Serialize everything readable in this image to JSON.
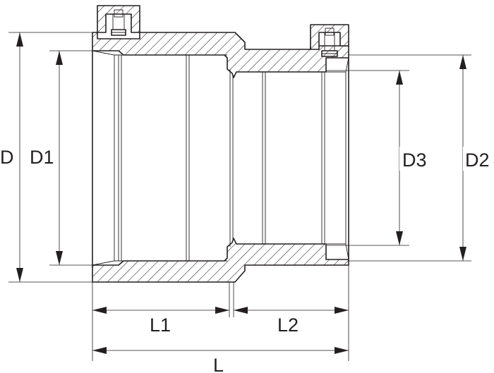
{
  "drawing": {
    "labels": {
      "D": "D",
      "D1": "D1",
      "D2": "D2",
      "D3": "D3",
      "L1": "L1",
      "L2": "L2",
      "L": "L"
    },
    "line_color": "#231f20",
    "background_color": "#ffffff"
  }
}
